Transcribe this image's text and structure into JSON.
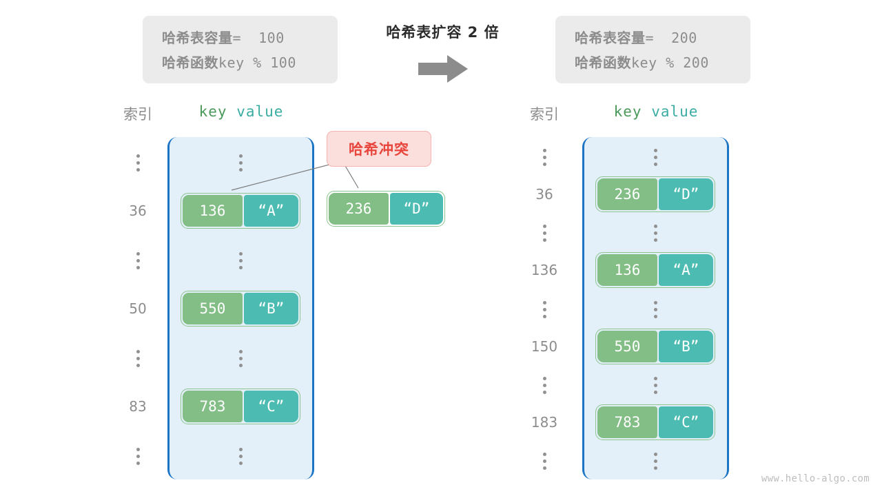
{
  "transform": {
    "title": "哈希表扩容 2 倍",
    "arrow_icon": "right-arrow-icon"
  },
  "info_left": {
    "capacity_label": "哈希表容量",
    "capacity_value": "=  100",
    "hashfunc_label": "哈希函数",
    "hashfunc_value": "key % 100"
  },
  "info_right": {
    "capacity_label": "哈希表容量",
    "capacity_value": "=  200",
    "hashfunc_label": "哈希函数",
    "hashfunc_value": "key % 200"
  },
  "headers": {
    "index": "索引",
    "key": "key",
    "value": "value"
  },
  "collision": {
    "label": "哈希冲突"
  },
  "floating_entry": {
    "key": "236",
    "value": "“D”"
  },
  "left_table": {
    "rows": [
      {
        "type": "dots",
        "index": ""
      },
      {
        "type": "entry",
        "index": "36",
        "key": "136",
        "value": "“A”"
      },
      {
        "type": "dots",
        "index": ""
      },
      {
        "type": "entry",
        "index": "50",
        "key": "550",
        "value": "“B”"
      },
      {
        "type": "dots",
        "index": ""
      },
      {
        "type": "entry",
        "index": "83",
        "key": "783",
        "value": "“C”"
      },
      {
        "type": "dots",
        "index": ""
      }
    ]
  },
  "right_table": {
    "rows": [
      {
        "type": "dots",
        "index": ""
      },
      {
        "type": "entry",
        "index": "36",
        "key": "236",
        "value": "“D”"
      },
      {
        "type": "dots",
        "index": ""
      },
      {
        "type": "entry",
        "index": "136",
        "key": "136",
        "value": "“A”"
      },
      {
        "type": "dots",
        "index": ""
      },
      {
        "type": "entry",
        "index": "150",
        "key": "550",
        "value": "“B”"
      },
      {
        "type": "dots",
        "index": ""
      },
      {
        "type": "entry",
        "index": "183",
        "key": "783",
        "value": "“C”"
      },
      {
        "type": "dots",
        "index": ""
      }
    ]
  },
  "watermark": "www.hello-algo.com",
  "colors": {
    "key_box": "#83be86",
    "value_box": "#4cbcb2",
    "entry_border": "#8bc48e",
    "bucket_fill": "#e3eff9",
    "bucket_border": "#1b74c4",
    "collision_bg": "#fbdfdd",
    "collision_text": "#e8453c",
    "info_bg": "#ebebeb",
    "muted_text": "#8c8c8c",
    "key_header": "#4a9a5b",
    "value_header": "#3aada3"
  }
}
